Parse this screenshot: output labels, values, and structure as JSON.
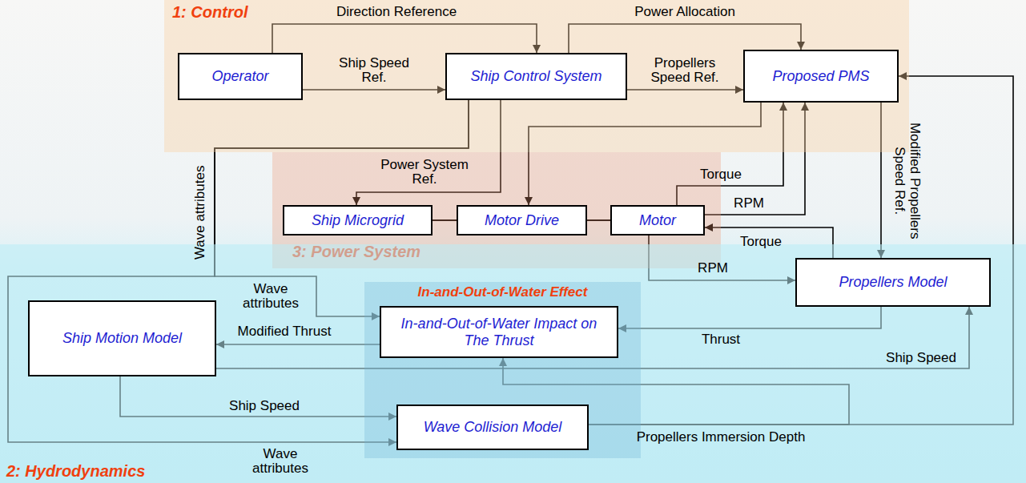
{
  "diagram": {
    "nodes": [
      {
        "text": [
          "1: Control"
        ]
      },
      {
        "text": [
          "Operator"
        ],
        "in": 0
      },
      {
        "text": [
          "Ship Control System"
        ],
        "in": 0
      },
      {
        "text": [
          "Proposed PMS"
        ],
        "in": 0
      },
      {
        "text": [
          "3: Power System"
        ]
      },
      {
        "text": [
          "Ship Microgrid"
        ],
        "in": 4
      },
      {
        "text": [
          "Motor Drive"
        ],
        "in": 4
      },
      {
        "text": [
          "Motor"
        ],
        "in": 4
      },
      {
        "text": [
          "2: Hydrodynamics"
        ]
      },
      {
        "text": [
          "Ship Motion Model"
        ],
        "in": 8
      },
      {
        "text": [
          "In-and-Out-of-Water Effect"
        ],
        "in": 8
      },
      {
        "text": [
          "In-and-Out-of-Water Impact on The Thrust"
        ],
        "in": 10
      },
      {
        "text": [
          "Propellers Model"
        ],
        "in": 8
      },
      {
        "text": [
          "Wave Collision Model"
        ],
        "in": 10
      }
    ],
    "edges": [
      {
        "from": 1,
        "to": 2,
        "label": "Direction Reference",
        "arrow": "to"
      },
      {
        "from": 1,
        "to": 2,
        "label": "Ship Speed Ref.",
        "arrow": "to"
      },
      {
        "from": 2,
        "to": 3,
        "label": "Power Allocation",
        "arrow": "to"
      },
      {
        "from": 2,
        "to": 3,
        "label": "Propellers Speed Ref.",
        "arrow": "to"
      },
      {
        "from": 2,
        "to": 5,
        "label": "Power System Ref.",
        "arrow": "to"
      },
      {
        "from": 3,
        "to": 6,
        "arrow": "to"
      },
      {
        "from": 7,
        "to": 3,
        "label": "Torque",
        "arrow": "to"
      },
      {
        "from": 7,
        "to": 3,
        "label": "RPM",
        "arrow": "to"
      },
      {
        "from": 3,
        "to": 12,
        "label": "Modified Propellers Speed Ref.",
        "arrow": "to"
      },
      {
        "from": 5,
        "to": 6,
        "arrow": "none"
      },
      {
        "from": 6,
        "to": 7,
        "arrow": "none"
      },
      {
        "from": 12,
        "to": 7,
        "label": "Torque",
        "arrow": "to"
      },
      {
        "from": 7,
        "to": 12,
        "label": "RPM",
        "arrow": "to"
      },
      {
        "from": 2,
        "to": 11,
        "label": "Wave attributes",
        "arrow": "to"
      },
      {
        "from": 2,
        "to": 13,
        "label": "Wave attributes",
        "arrow": "to"
      },
      {
        "from": 11,
        "to": 9,
        "label": "Modified Thrust",
        "arrow": "to"
      },
      {
        "from": 12,
        "to": 11,
        "label": "Thrust",
        "arrow": "to"
      },
      {
        "from": 9,
        "to": 12,
        "label": "Ship Speed",
        "arrow": "to"
      },
      {
        "from": 9,
        "to": 13,
        "label": "Ship Speed",
        "arrow": "to"
      },
      {
        "from": 13,
        "to": 3,
        "label": "Propellers Immersion Depth",
        "arrow": "to"
      },
      {
        "from": 13,
        "to": 11,
        "arrow": "to"
      }
    ],
    "labels": [
      "Wave attributes"
    ]
  }
}
